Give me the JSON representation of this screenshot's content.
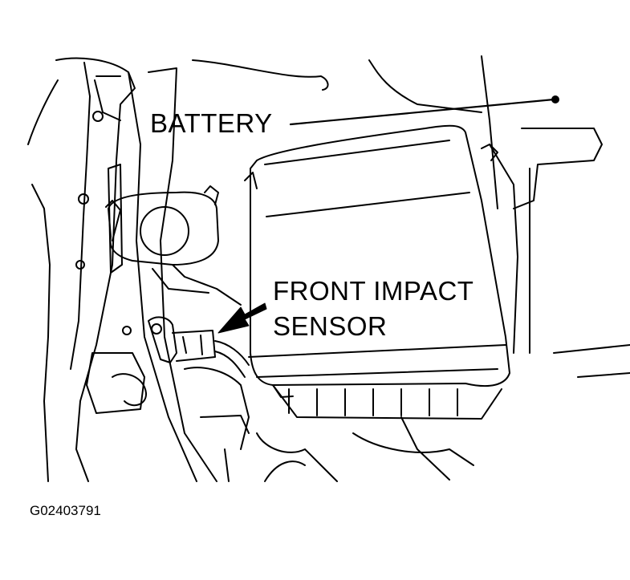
{
  "labels": {
    "battery": "BATTERY",
    "sensor_line1": "FRONT IMPACT",
    "sensor_line2": "SENSOR"
  },
  "figure_code": "G02403791",
  "colors": {
    "line": "#000000",
    "background": "#ffffff"
  }
}
